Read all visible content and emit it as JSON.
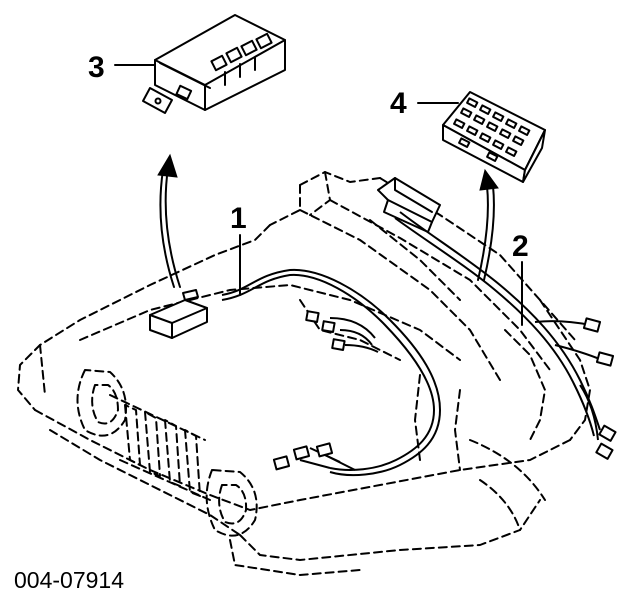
{
  "callouts": {
    "c1": "1",
    "c2": "2",
    "c3": "3",
    "c4": "4"
  },
  "document_number": "004-07914",
  "colors": {
    "ink": "#000000",
    "paper": "#ffffff"
  }
}
